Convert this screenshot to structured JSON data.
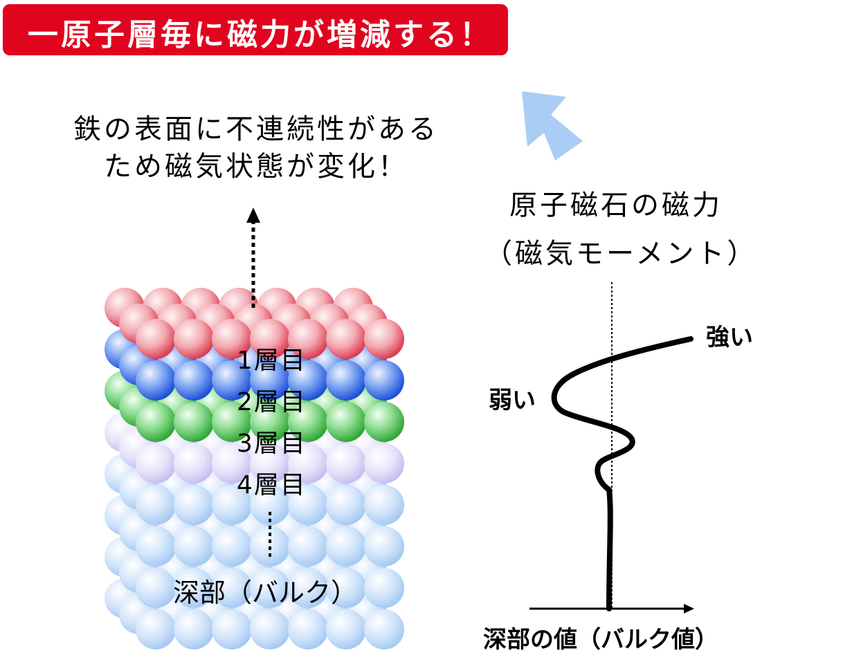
{
  "banner": {
    "text": "一原子層毎に磁力が増減する！",
    "color": "#e0041f"
  },
  "headline": {
    "line1": "鉄の表面に不連続性がある",
    "line2": "ため磁気状態が変化！"
  },
  "moment": {
    "line1": "原子磁石の磁力",
    "line2": "（磁気モーメント）"
  },
  "layers": [
    {
      "label": "1層目",
      "color": "#e85a6a"
    },
    {
      "label": "2層目",
      "color": "#2e62e0"
    },
    {
      "label": "3層目",
      "color": "#3cba44"
    },
    {
      "label": "4層目",
      "color": "#c9c2f0"
    }
  ],
  "bulk": {
    "label": "深部（バルク）",
    "color": "#a9cdf4"
  },
  "curve": {
    "strong_label": "強い",
    "weak_label": "弱い",
    "axis_label": "深部の値（バルク値）"
  },
  "colors": {
    "arrow_light": "#a9cdf4"
  }
}
